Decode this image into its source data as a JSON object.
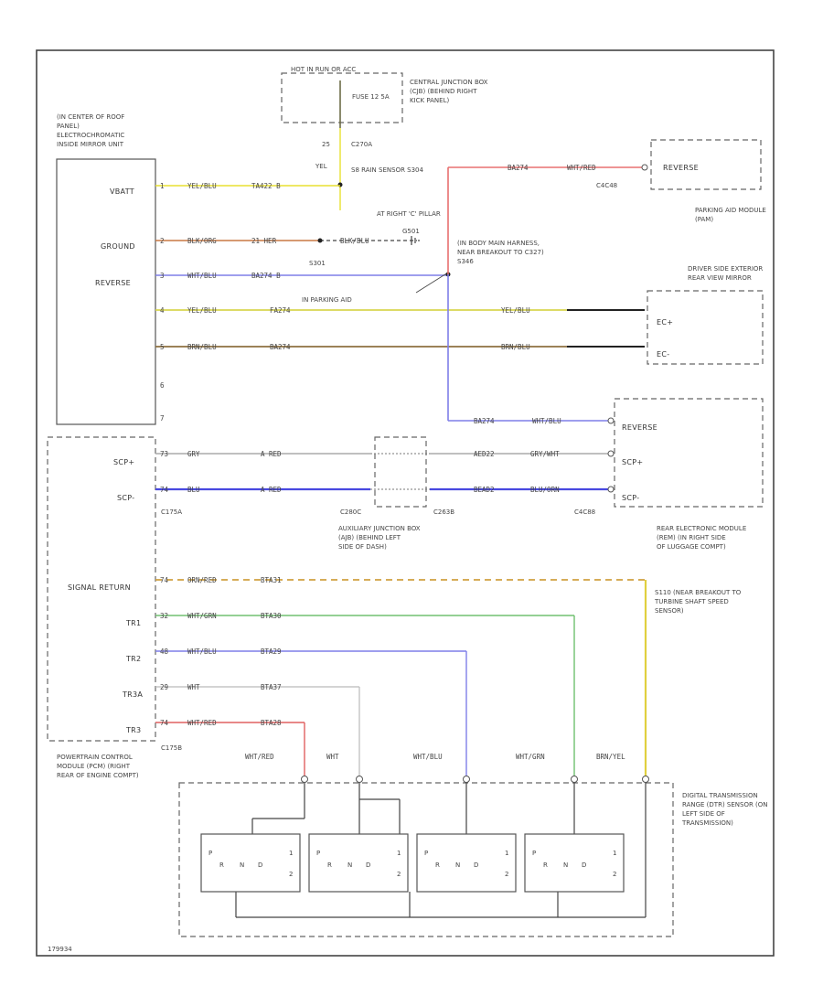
{
  "fuse_box": {
    "header": "HOT IN RUN OR ACC",
    "fuse": "FUSE 12 5A",
    "label": "CENTRAL JUNCTION BOX (CJB) (BEHIND RIGHT KICK PANEL)",
    "connector": "C270A",
    "pin": "25",
    "wire_color": "YEL"
  },
  "rain_sensor_splice": "S8 RAIN SENSOR S304",
  "mirror_unit": {
    "label": "(IN CENTER OF ROOF PANEL) ELECTROCHROMATIC INSIDE MIRROR UNIT",
    "pins": [
      {
        "name": "VBATT",
        "num": "1",
        "color": "YEL/BLU",
        "circuit": "TA422 B"
      },
      {
        "name": "GROUND",
        "num": "2",
        "color": "BLK/ORG",
        "circuit": "21 HER"
      },
      {
        "name": "REVERSE",
        "num": "3",
        "color": "WHT/BLU",
        "circuit": "BA274 B"
      },
      {
        "name": "",
        "num": "4",
        "color": "YEL/BLU",
        "circuit": "FA274"
      },
      {
        "name": "",
        "num": "5",
        "color": "BRN/BLU",
        "circuit": "BA274"
      },
      {
        "name": "",
        "num": "6",
        "color": "",
        "circuit": ""
      },
      {
        "name": "",
        "num": "7",
        "color": "",
        "circuit": ""
      }
    ]
  },
  "ground": {
    "label": "AT RIGHT 'C' PILLAR",
    "id": "G501",
    "wire": "BLK/BLU"
  },
  "splice_s301": "S301",
  "body_harness": "(IN BODY MAIN HARNESS, NEAR BREAKOUT TO C327) S346",
  "parking_aid_note": "IN PARKING AID",
  "parking_module": {
    "label": "PARKING AID MODULE (PAM)",
    "pin": "REVERSE",
    "connector": "C4C48",
    "wire_color": "WHT/RED",
    "circuit": "BA274"
  },
  "outside_mirror": {
    "label": "DRIVER SIDE EXTERIOR REAR VIEW MIRROR",
    "pins": [
      "EC+",
      "EC-"
    ],
    "wire_colors": [
      "YEL/BLU",
      "BRN/BLU"
    ]
  },
  "pcm": {
    "label": "POWERTRAIN CONTROL MODULE (PCM) (RIGHT REAR OF ENGINE COMPT)",
    "pins": [
      {
        "name": "SCP+",
        "num": "73",
        "color": "GRY",
        "circuit": "A RED"
      },
      {
        "name": "SCP-",
        "num": "74",
        "color": "BLU",
        "circuit": "A RED"
      },
      {
        "name": "SIGNAL RETURN",
        "num": "74",
        "color": "ORN/RED",
        "circuit": "BTA31"
      },
      {
        "name": "TR1",
        "num": "32",
        "color": "WHT/GRN",
        "circuit": "BTA30"
      },
      {
        "name": "TR2",
        "num": "48",
        "color": "WHT/BLU",
        "circuit": "BTA29"
      },
      {
        "name": "TR3A",
        "num": "29",
        "color": "WHT",
        "circuit": "BTA37"
      },
      {
        "name": "TR3",
        "num": "74",
        "color": "WHT/RED",
        "circuit": "BTA28"
      }
    ],
    "connectors": [
      "C175A",
      "C175B"
    ]
  },
  "junction_box": {
    "label": "AUXILIARY JUNCTION BOX (AJB) (BEHIND LEFT SIDE OF DASH)",
    "connectors": [
      "C280C",
      "C263B"
    ],
    "scp_colors": [
      "GRY/WHT",
      "BLU/ORN"
    ],
    "circuits": [
      "AED22",
      "BEAD2"
    ]
  },
  "rem": {
    "label": "REAR ELECTRONIC MODULE (REM) (IN RIGHT SIDE OF LUGGAGE COMPT)",
    "pins": [
      "REVERSE",
      "SCP+",
      "SCP-"
    ],
    "connector": "C4C88",
    "reverse_color": "WHT/BLU",
    "reverse_circuit": "BA274"
  },
  "splice_s110": "S110 (NEAR BREAKOUT TO TURBINE SHAFT SPEED SENSOR)",
  "trs": {
    "label": "DIGITAL TRANSMISSION RANGE (DTR) SENSOR (ON LEFT SIDE OF TRANSMISSION)",
    "inputs": [
      "WHT/RED",
      "WHT",
      "WHT/BLU",
      "WHT/GRN",
      "BRN/YEL"
    ],
    "switch_marks": [
      "P",
      "R",
      "N",
      "D",
      "2",
      "1"
    ]
  },
  "footer": "179934"
}
